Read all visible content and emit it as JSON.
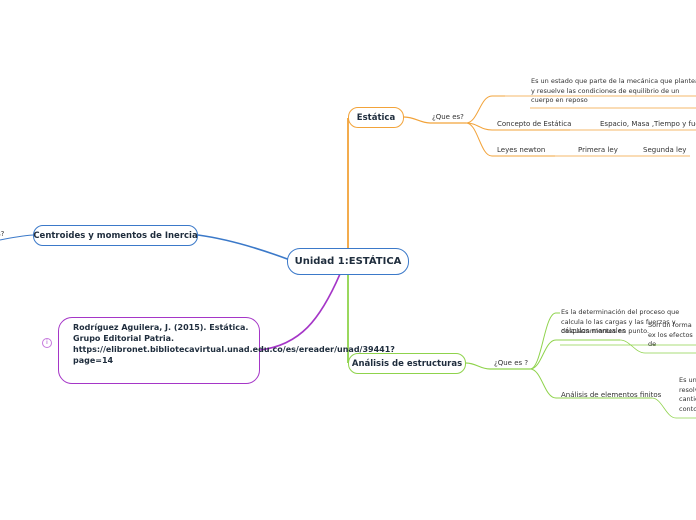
{
  "central": "Unidad 1:ESTÁTICA",
  "estatica": {
    "label": "Estática",
    "que_es": "¿Que es?",
    "definition": "Es un estado que parte de la mecánica que plantea y resuelve las condiciones de equilibrio de un cuerpo en reposo",
    "concepto": "Concepto de Estática",
    "concepto_child": "Espacio, Masa ,Tiempo y fuerza",
    "leyes": "Leyes newton",
    "primera": "Primera ley",
    "segunda": "Segunda ley"
  },
  "analisis": {
    "label": "Análisis de estructuras",
    "que_es": "¿Que es ?",
    "definition": "Es la determinación del proceso que calcula lo las cargas y las fuerzas y desplazamientos en punto.",
    "calculos": "cálculos manuales",
    "calculos_child": "Son un forma ex los efectos de",
    "elementos": "Análisis de elementos finitos",
    "elementos_child": "Es un resolv cantic contc"
  },
  "centroides": {
    "label": "Centroides y momentos de Inercia",
    "cut_text": "s?"
  },
  "reference": {
    "text": "Rodríguez Aguilera, J. (2015). Estática. Grupo Editorial Patria. https://elibronet.bibliotecavirtual.unad.edu.co/es/ereader/unad/39441?page=14",
    "icon_glyph": "i"
  },
  "colors": {
    "central": "#3b79c9",
    "estatica": "#f2a33a",
    "analisis": "#8fd34c",
    "centroides": "#3b79c9",
    "reference": "#a536c7"
  }
}
